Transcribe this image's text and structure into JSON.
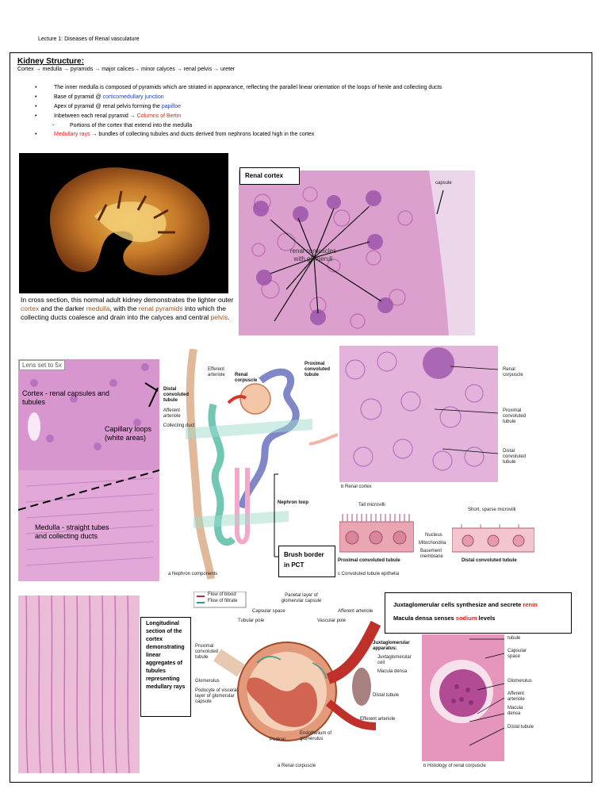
{
  "doc_title": "Lecture 1: Diseases of Renal vasculature",
  "kidney": {
    "heading": "Kidney Structure:",
    "flow": "Cortex → medulla → pyramids → major calices→ minor calyces → renal pelvis → ureter",
    "b1": "The inner medulla is composed of pyramids which are striated in appearance, reflecting the parallel linear orientation of the loops of henle and collecting ducts",
    "b2_pre": "Base of pyramid @ ",
    "b2_term": "corticomedullary junction",
    "b3_pre": "Apex of pyramid @ renal pelvis forming the ",
    "b3_term": "papilloe",
    "b4_pre": "Inbetween each renal pyramid → ",
    "b4_term": "Columns of Bertin",
    "b5": "Portions of the cortex that extend into the medulla",
    "b6_term": "Medullary rays",
    "b6_post": " → bundles of collecting tubules and ducts derived from nephrons located high in the cortex"
  },
  "gross": {
    "cap_1": "In cross section, this normal adult kidney demonstrates the lighter outer ",
    "cap_cortex": "cortex",
    "cap_2": " and the darker ",
    "cap_medulla": "medulla",
    "cap_3": ", with the ",
    "cap_pyr": "renal pyramids",
    "cap_4": " into which the collecting ducts coalesce and drain into the calyces and central ",
    "cap_pelvis": "pelvis",
    "cap_5": "."
  },
  "cortex_histo": {
    "tag": "Renal cortex",
    "capsule": "capsule",
    "corpuscles": "renal corpuscles with glomeruli"
  },
  "lens": {
    "badge": "Lens set to 5x",
    "cortex": "Cortex - renal capsules and tubules",
    "loops": "Capillary loops (white areas)",
    "medulla": "Medulla - straight tubes and collecting ducts"
  },
  "nephron": {
    "efferent": "Efferent arteriole",
    "corpuscle": "Renal corpuscle",
    "pct": "Proximal convoluted tubule",
    "dct": "Distal convoluted tubule",
    "afferent": "Afferent arteriole",
    "collecting": "Collecting duct",
    "loop": "Nephron loop",
    "caption": "a Nephron components"
  },
  "cortex_micro": {
    "corpuscle": "Renal corpuscle",
    "pct": "Proximal convoluted tubule",
    "dct": "Distal convoluted tubule",
    "caption": "b Renal cortex"
  },
  "epithelia": {
    "tall": "Tall microvilli",
    "short": "Short, sparse microvilli",
    "nucleus": "Nucleus",
    "mito": "Mitochondria",
    "basement": "Basement membrane",
    "pct": "Proximal convoluted tubule",
    "dct": "Distal convoluted tubule",
    "caption": "c Convoluted tubule epithelia",
    "brush": "Brush border in PCT"
  },
  "longitudinal": {
    "text": "Longitudinal section of the cortex demonstrating linear aggregates of tubules representing medullary rays"
  },
  "corpuscle": {
    "legend_blood": "Flow of blood",
    "legend_filtrate": "Flow of filtrate",
    "parietal": "Parietal layer of glomerular capsule",
    "capsular": "Capsular space",
    "tubular_pole": "Tubular pole",
    "vascular_pole": "Vascular pole",
    "afferent": "Afferent arteriole",
    "pct": "Proximal convoluted tubule",
    "jga": "Juxtaglomerular apparatus:",
    "jg_cell": "Juxtaglomerular cell",
    "macula": "Macula densa",
    "glomerulus": "Glomerulus",
    "podocyte": "Podocyte of visceral layer of glomerular capsule",
    "distal": "Distal tubule",
    "efferent": "Efferent arteriole",
    "pedicel": "Pedicel",
    "endothelium": "Endothelium of glomerulus",
    "caption": "a Renal corpuscle"
  },
  "jg_box": {
    "line1_pre": "Juxtaglomerular cells synthesize and secrete ",
    "line1_term": "renin",
    "line2_pre": "Macula densa senses ",
    "line2_term": "sodium",
    "line2_post": " levels"
  },
  "histo_corpuscle": {
    "tubule": "tubule",
    "capsular": "Capsular space",
    "glomerulus": "Glomerulus",
    "afferent": "Afferent arteriole",
    "macula": "Macula densa",
    "distal": "Distal tubule",
    "caption": "b Histology of renal corpuscle"
  },
  "colors": {
    "term_blue": "#1f3fbf",
    "term_red": "#e0201a",
    "term_brown": "#a0521a",
    "histo_pink": "#d98cc6",
    "histo_purple": "#7a3f9e"
  }
}
